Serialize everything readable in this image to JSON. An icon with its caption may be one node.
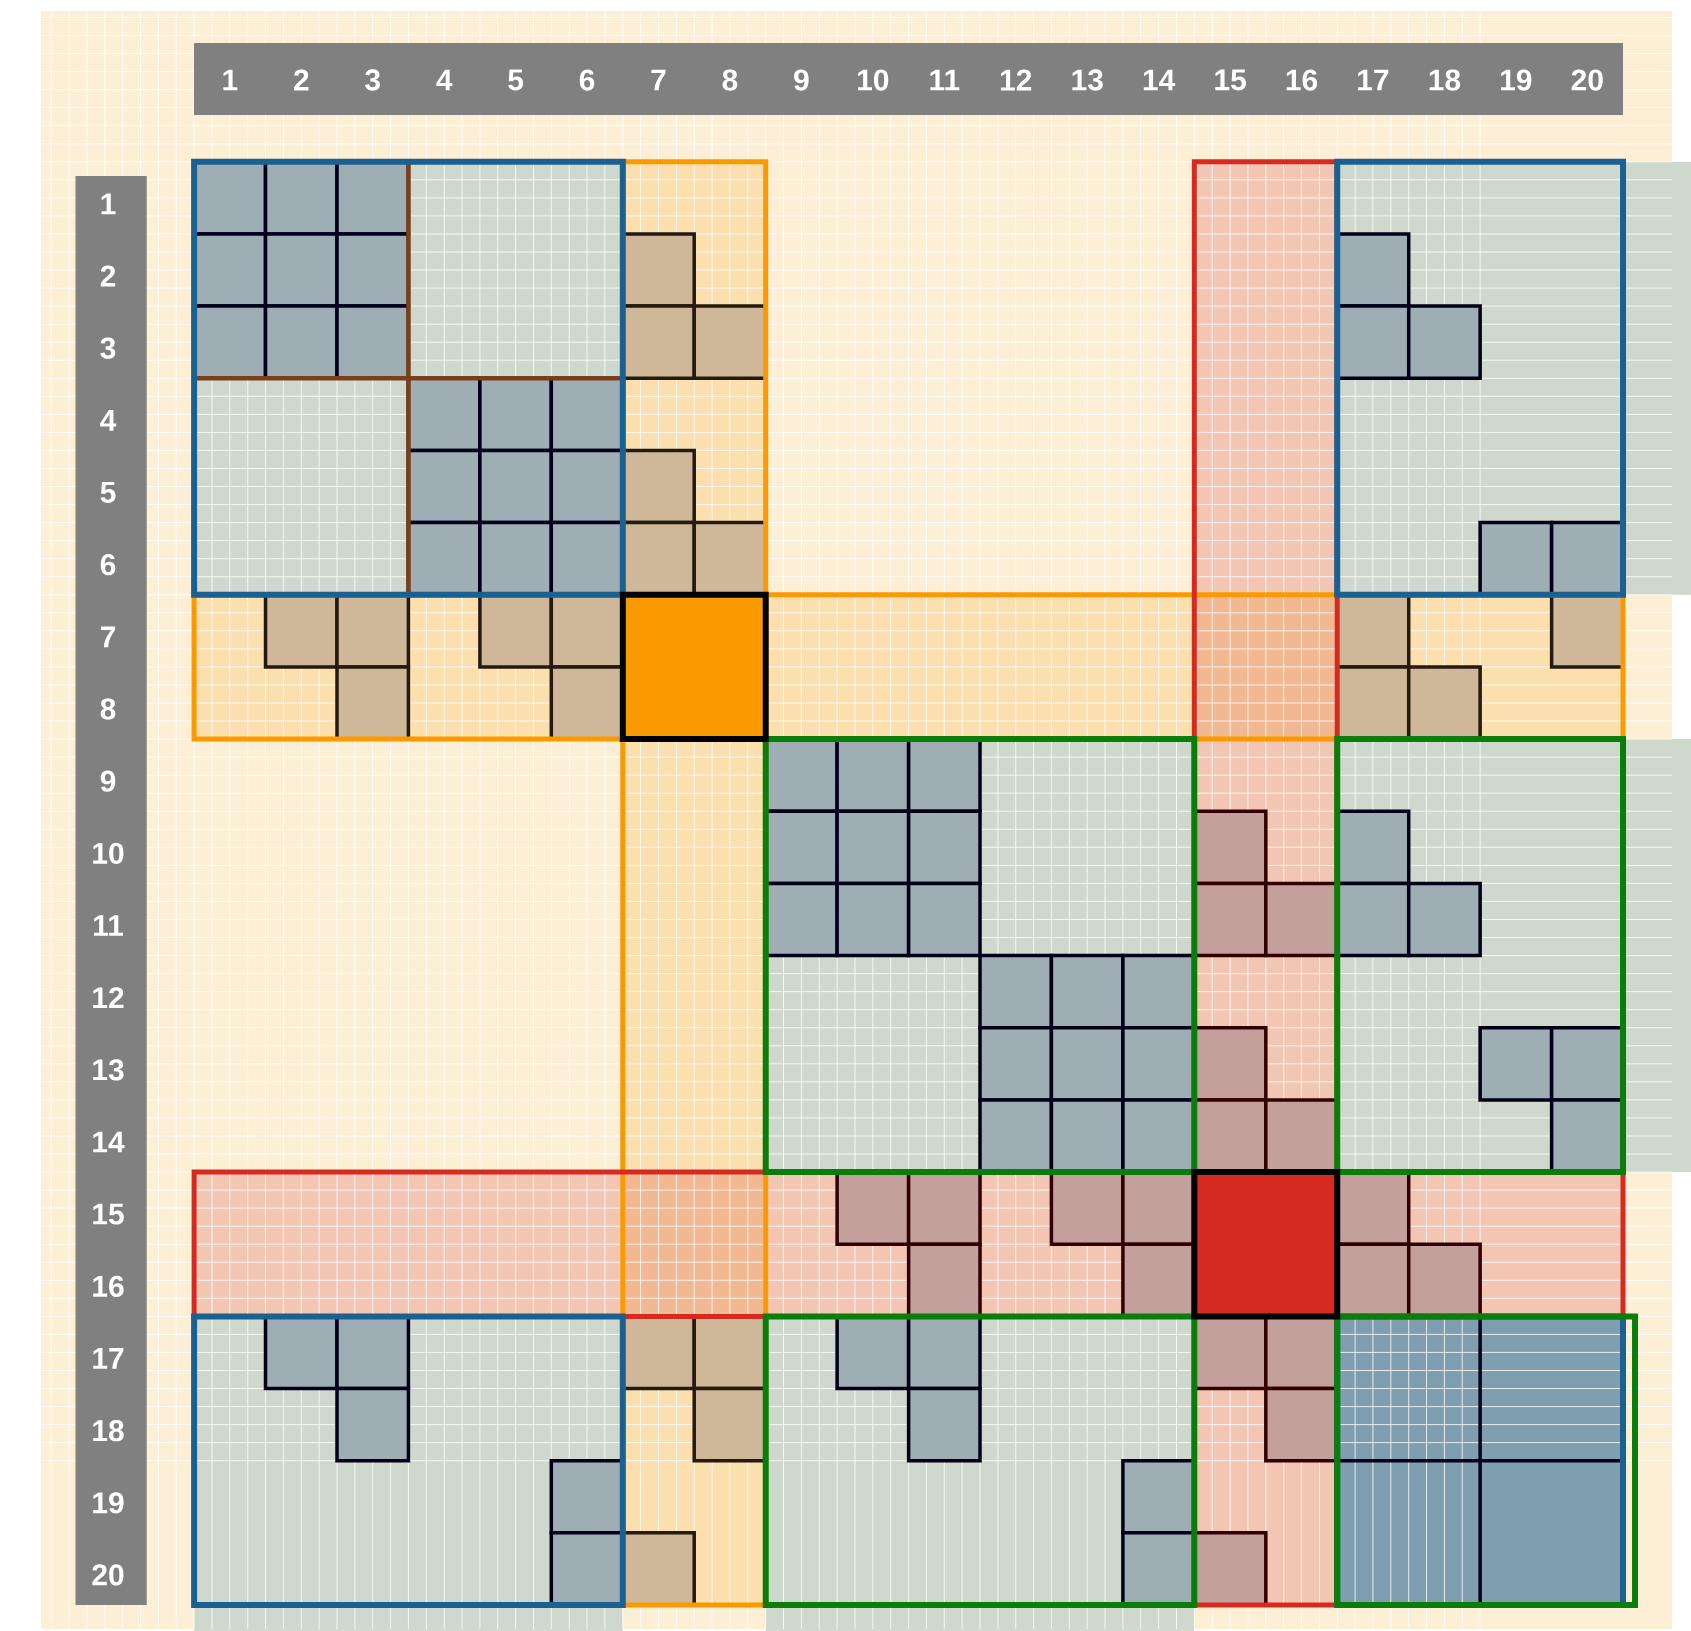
{
  "diagram": {
    "labels": [
      "1",
      "2",
      "3",
      "4",
      "5",
      "6",
      "7",
      "8",
      "9",
      "10",
      "11",
      "12",
      "13",
      "14",
      "15",
      "16",
      "17",
      "18",
      "19",
      "20",
      "1",
      "2",
      "3",
      "4",
      "5",
      "6",
      "7",
      "8",
      "9",
      "10",
      "11",
      "12",
      "13",
      "14",
      "15",
      "16",
      "17",
      "18",
      "19",
      "20"
    ]
  }
}
